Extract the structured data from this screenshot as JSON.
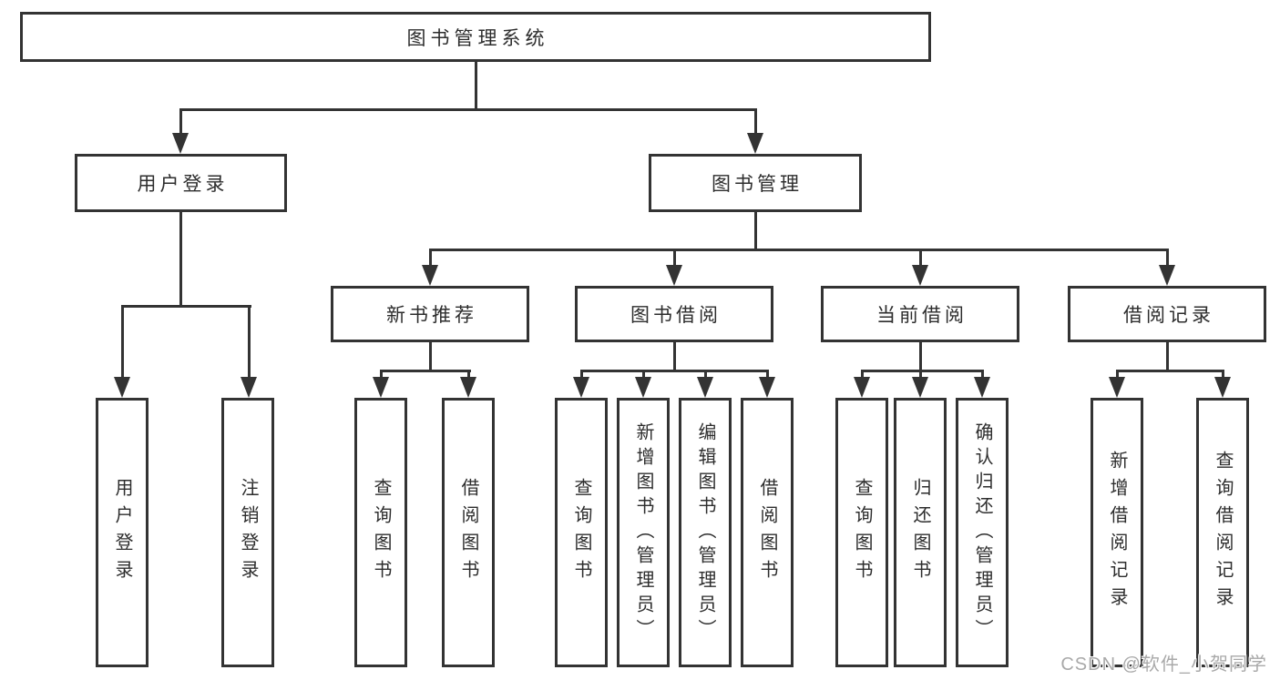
{
  "diagram": {
    "root": {
      "label": "图书管理系统",
      "children": [
        {
          "label": "用户登录",
          "children": [
            {
              "label": "用户登录"
            },
            {
              "label": "注销登录"
            }
          ]
        },
        {
          "label": "图书管理",
          "children": [
            {
              "label": "新书推荐",
              "children": [
                {
                  "label": "查询图书"
                },
                {
                  "label": "借阅图书"
                }
              ]
            },
            {
              "label": "图书借阅",
              "children": [
                {
                  "label": "查询图书"
                },
                {
                  "label": "新增图书（管理员）"
                },
                {
                  "label": "编辑图书（管理员）"
                },
                {
                  "label": "借阅图书"
                }
              ]
            },
            {
              "label": "当前借阅",
              "children": [
                {
                  "label": "查询图书"
                },
                {
                  "label": "归还图书"
                },
                {
                  "label": "确认归还（管理员）"
                }
              ]
            },
            {
              "label": "借阅记录",
              "children": [
                {
                  "label": "新增借阅记录"
                },
                {
                  "label": "查询借阅记录"
                }
              ]
            }
          ]
        }
      ]
    }
  },
  "watermark": {
    "text": "CSDN @软件_小贺同学"
  },
  "colors": {
    "line": "#333333",
    "text": "#2d2d2d",
    "box_background": "#ffffff",
    "page_background": "#ffffff",
    "watermark_text": "#a9a9a9"
  }
}
